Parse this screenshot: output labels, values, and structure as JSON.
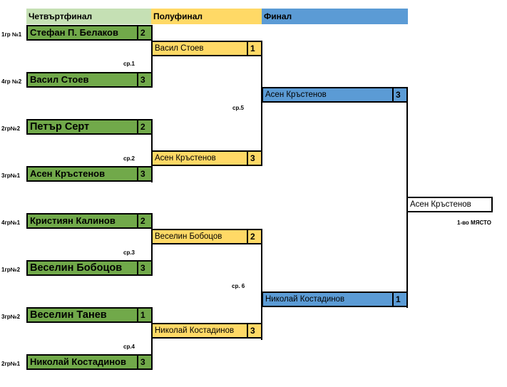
{
  "headers": {
    "qf": "Четвъртфинал",
    "sf": "Полуфинал",
    "final": "Финал"
  },
  "colors": {
    "qf": "#71a94a",
    "qf_header": "#c5e0b4",
    "sf": "#ffd966",
    "final": "#5b9bd5"
  },
  "quarterfinal": [
    {
      "group": "1гр №1",
      "name": "Стефан П. Белаков",
      "score": "2"
    },
    {
      "group": "4гр №2",
      "name": "Васил Стоев",
      "score": "3"
    },
    {
      "group": "2гр№2",
      "name": "Петър Серт",
      "score": "2"
    },
    {
      "group": "3гр№1",
      "name": "Асен Кръстенов",
      "score": "3"
    },
    {
      "group": "4гр№1",
      "name": "Кристиян Калинов",
      "score": "2"
    },
    {
      "group": "1гр№2",
      "name": "Веселин Бобоцов",
      "score": "3"
    },
    {
      "group": "3гр№2",
      "name": "Веселин Танев",
      "score": "1"
    },
    {
      "group": "2гр№1",
      "name": "Николай Костадинов",
      "score": "3"
    }
  ],
  "matches": {
    "m1": "ср.1",
    "m2": "ср.2",
    "m3": "ср.3",
    "m4": "ср.4",
    "m5": "ср.5",
    "m6": "ср. 6"
  },
  "semifinal": [
    {
      "name": "Васил Стоев",
      "score": "1"
    },
    {
      "name": "Асен Кръстенов",
      "score": "3"
    },
    {
      "name": "Веселин Бобоцов",
      "score": "2"
    },
    {
      "name": "Николай Костадинов",
      "score": "3"
    }
  ],
  "final": [
    {
      "name": "Асен Кръстенов",
      "score": "3"
    },
    {
      "name": "Николай Костадинов",
      "score": "1"
    }
  ],
  "winner": {
    "name": "Асен Кръстенов",
    "place": "1-во МЯСТО"
  }
}
